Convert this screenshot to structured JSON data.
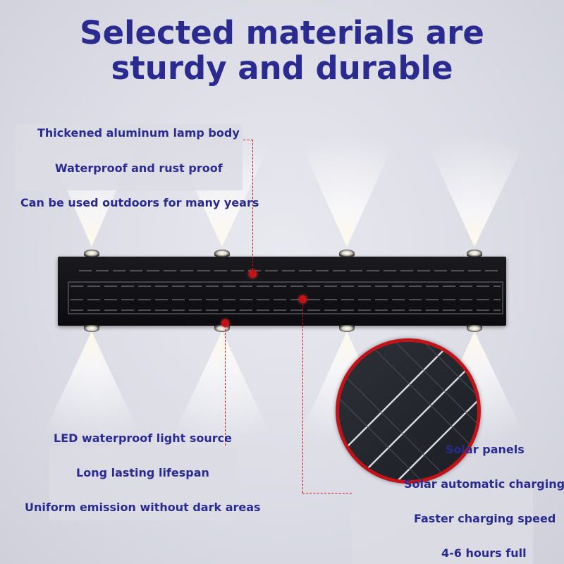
{
  "title": {
    "line1": "Selected materials are",
    "line2": "sturdy and durable"
  },
  "features_top_left": [
    "Thickened aluminum lamp body",
    "Waterproof and rust proof",
    "Can be used outdoors for many years"
  ],
  "features_bottom_left": [
    "LED waterproof light source",
    "Long lasting lifespan",
    "Uniform emission without dark areas"
  ],
  "features_bottom_right": [
    "Solar panels",
    "Solar automatic charging",
    "Faster charging speed",
    "4-6 hours full"
  ],
  "colors": {
    "text": "#2a2a90",
    "accent": "#c0141a",
    "lamp": "#111115"
  }
}
